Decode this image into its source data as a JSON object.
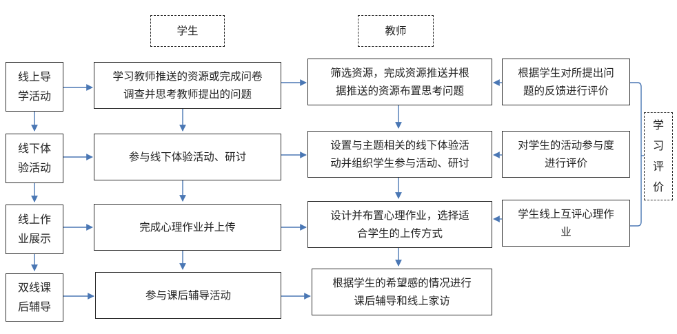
{
  "headers": {
    "student": "学生",
    "teacher": "教师"
  },
  "stages": [
    "线上导\n学活动",
    "线下体\n验活动",
    "线上作\n业展示",
    "双线课\n后辅导"
  ],
  "student_steps": [
    "学习教师推送的资源或完成问卷\n调查并思考教师提出的问题",
    "参与线下体验活动、研讨",
    "完成心理作业并上传",
    "参与课后辅导活动"
  ],
  "teacher_steps": [
    "筛选资源，完成资源推送并根\n据推送的资源布置思考问题",
    "设置与主题相关的线下体验活\n动并组织学生参与活动、研讨",
    "设计并布置心理作业，选择适\n合学生的上传方式",
    "根据学生的希望感的情况进行\n课后辅导和线上家访"
  ],
  "evaluations": [
    "根据学生对所提出问\n题的反馈进行评价",
    "对学生的活动参与度\n进行评价",
    "学生线上互评心理作\n业"
  ],
  "learning_evaluation": "学\n习\n评\n价",
  "colors": {
    "arrow": "#4a77b4",
    "border": "#2b2b2b"
  }
}
